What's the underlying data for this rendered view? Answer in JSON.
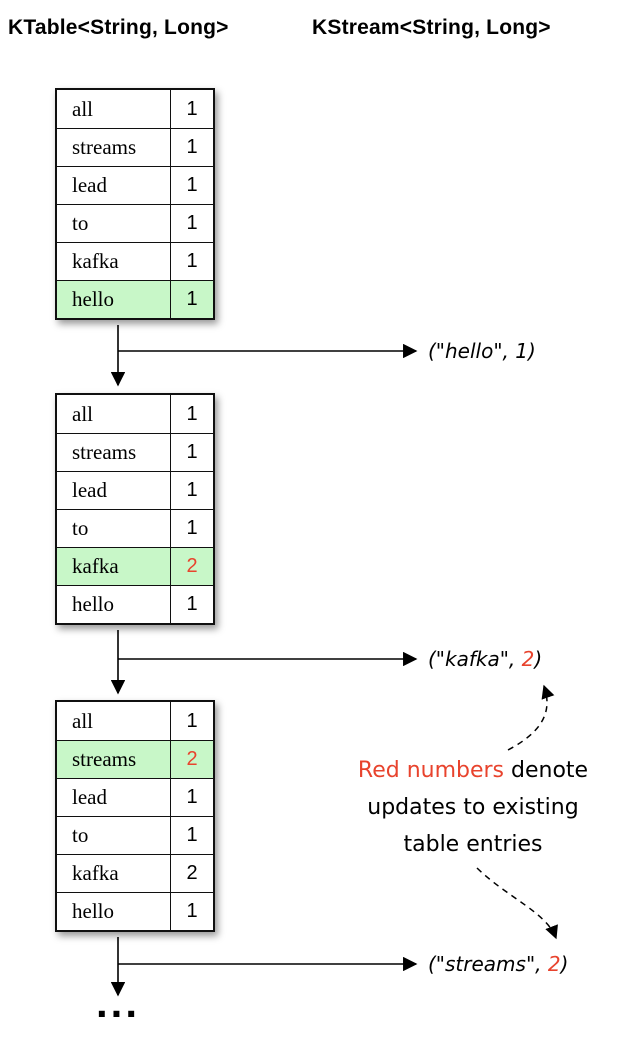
{
  "header": {
    "ktable_title": "KTable<String, Long>",
    "kstream_title": "KStream<String, Long>"
  },
  "colors": {
    "highlight_green": "#c8f7c8",
    "update_red": "#e8432d"
  },
  "tables": [
    {
      "highlighted_key": "hello",
      "rows": [
        {
          "key": "all",
          "value": "1"
        },
        {
          "key": "streams",
          "value": "1"
        },
        {
          "key": "lead",
          "value": "1"
        },
        {
          "key": "to",
          "value": "1"
        },
        {
          "key": "kafka",
          "value": "1"
        },
        {
          "key": "hello",
          "value": "1"
        }
      ]
    },
    {
      "highlighted_key": "kafka",
      "rows": [
        {
          "key": "all",
          "value": "1"
        },
        {
          "key": "streams",
          "value": "1"
        },
        {
          "key": "lead",
          "value": "1"
        },
        {
          "key": "to",
          "value": "1"
        },
        {
          "key": "kafka",
          "value": "2"
        },
        {
          "key": "hello",
          "value": "1"
        }
      ]
    },
    {
      "highlighted_key": "streams",
      "rows": [
        {
          "key": "all",
          "value": "1"
        },
        {
          "key": "streams",
          "value": "2"
        },
        {
          "key": "lead",
          "value": "1"
        },
        {
          "key": "to",
          "value": "1"
        },
        {
          "key": "kafka",
          "value": "2"
        },
        {
          "key": "hello",
          "value": "1"
        }
      ]
    }
  ],
  "stream_outputs": [
    {
      "prefix": "(\"hello\", ",
      "value": "1",
      "suffix": ")"
    },
    {
      "prefix": "(\"kafka\", ",
      "value": "2",
      "suffix": ")"
    },
    {
      "prefix": "(\"streams\", ",
      "value": "2",
      "suffix": ")"
    }
  ],
  "note": {
    "highlight": "Red numbers",
    "line1_rest": " denote",
    "line2": "updates to existing",
    "line3": "table entries"
  },
  "ellipsis": "..."
}
